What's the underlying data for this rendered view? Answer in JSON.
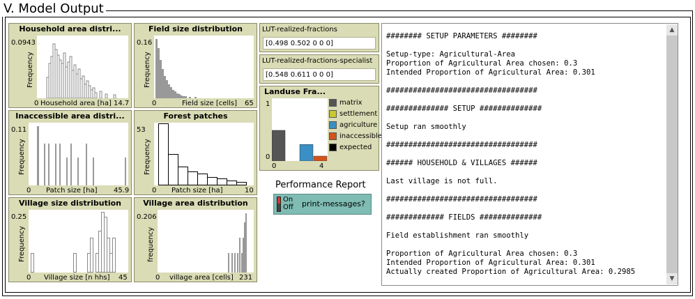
{
  "section_title": "V. Model Output",
  "plots": [
    {
      "key": "household",
      "title": "Household area distri...",
      "ymax": "0.0943",
      "ylabel": "Frequency",
      "xmin": "0",
      "xlabel": "Household area [ha]",
      "xmax": "14.7"
    },
    {
      "key": "field",
      "title": "Field size distribution",
      "ymax": "0.16",
      "ylabel": "Frequency",
      "xmin": "0",
      "xlabel": "Field size [cells]",
      "xmax": "65"
    },
    {
      "key": "inaccessible",
      "title": "Inaccessible area distri...",
      "ymax": "0.11",
      "ylabel": "Frequency",
      "xmin": "0",
      "xlabel": "Patch size [ha]",
      "xmax": "45.9"
    },
    {
      "key": "forest",
      "title": "Forest patches",
      "ymax": "53",
      "ylabel": "Frequency",
      "xmin": "0",
      "xlabel": "Patch size [ha]",
      "xmax": "10"
    },
    {
      "key": "village_size",
      "title": "Village size distribution",
      "ymax": "0.25",
      "ylabel": "Frequency",
      "xmin": "0",
      "xlabel": "Village size [n hhs]",
      "xmax": "45"
    },
    {
      "key": "village_area",
      "title": "Village area distribution",
      "ymax": "0.206",
      "ylabel": "frequency",
      "xmin": "0",
      "xlabel": "village area [cells]",
      "xmax": "231"
    }
  ],
  "monitors": [
    {
      "label": "LUT-realized-fractions",
      "value": "[0.498 0.502 0 0 0]"
    },
    {
      "label": "LUT-realized-fractions-specialist",
      "value": "[0.548 0.611 0 0 0]"
    }
  ],
  "landuse_plot": {
    "title": "Landuse Fra...",
    "ymax": "1",
    "ymin": "0",
    "xmin": "0",
    "xmax": "4",
    "legend": [
      {
        "name": "matrix",
        "color": "#555555"
      },
      {
        "name": "settlement",
        "color": "#c8c832"
      },
      {
        "name": "agriculture",
        "color": "#3a8fc4"
      },
      {
        "name": "inaccessible",
        "color": "#d2541c"
      },
      {
        "name": "expected",
        "color": "#000000"
      }
    ]
  },
  "chart_data": [
    {
      "type": "bar",
      "title": "Landuse Fra...",
      "categories": [
        "matrix",
        "settlement",
        "agriculture",
        "inaccessible"
      ],
      "values": [
        0.5,
        0.0,
        0.27,
        0.08
      ],
      "ylim": [
        0,
        1
      ],
      "xlim": [
        0,
        4
      ]
    },
    {
      "type": "bar",
      "title": "Household area distri...",
      "xlabel": "Household area [ha]",
      "ylabel": "Frequency",
      "xlim": [
        0,
        14.7
      ],
      "ylim": [
        0,
        0.0943
      ]
    },
    {
      "type": "bar",
      "title": "Field size distribution",
      "xlabel": "Field size [cells]",
      "ylabel": "Frequency",
      "xlim": [
        0,
        65
      ],
      "ylim": [
        0,
        0.16
      ]
    },
    {
      "type": "bar",
      "title": "Inaccessible area distri...",
      "xlabel": "Patch size [ha]",
      "ylabel": "Frequency",
      "xlim": [
        0,
        45.9
      ],
      "ylim": [
        0,
        0.11
      ]
    },
    {
      "type": "bar",
      "title": "Forest patches",
      "xlabel": "Patch size [ha]",
      "ylabel": "Frequency",
      "xlim": [
        0,
        10
      ],
      "ylim": [
        0,
        53
      ]
    },
    {
      "type": "bar",
      "title": "Village size distribution",
      "xlabel": "Village size [n hhs]",
      "ylabel": "Frequency",
      "xlim": [
        0,
        45
      ],
      "ylim": [
        0,
        0.25
      ]
    },
    {
      "type": "bar",
      "title": "Village area distribution",
      "xlabel": "village area [cells]",
      "ylabel": "frequency",
      "xlim": [
        0,
        231
      ],
      "ylim": [
        0,
        0.206
      ]
    }
  ],
  "performance": {
    "title": "Performance Report",
    "switch_on": "On",
    "switch_off": "Off",
    "switch_label": "print-messages?"
  },
  "output_lines": [
    "######## SETUP PARAMETERS ########",
    "",
    "Setup-type: Agricultural-Area",
    "Proportion of Agricultural Area chosen: 0.3",
    "Intended Proportion of Agricultural Area: 0.301",
    "",
    "##################################",
    "",
    "############## SETUP ##############",
    "",
    "Setup ran smoothly",
    "",
    "##################################",
    "",
    "###### HOUSEHOLD & VILLAGES ######",
    "",
    "Last village is not full.",
    "",
    "##################################",
    "",
    "############# FIELDS ##############",
    "",
    "Field establishment ran smoothly",
    "",
    "Proportion of Agricultural Area chosen: 0.3",
    "Intended Proportion of Agricultural Area: 0.301",
    "Actually created Proportion of Agricultural Area: 0.2985"
  ]
}
